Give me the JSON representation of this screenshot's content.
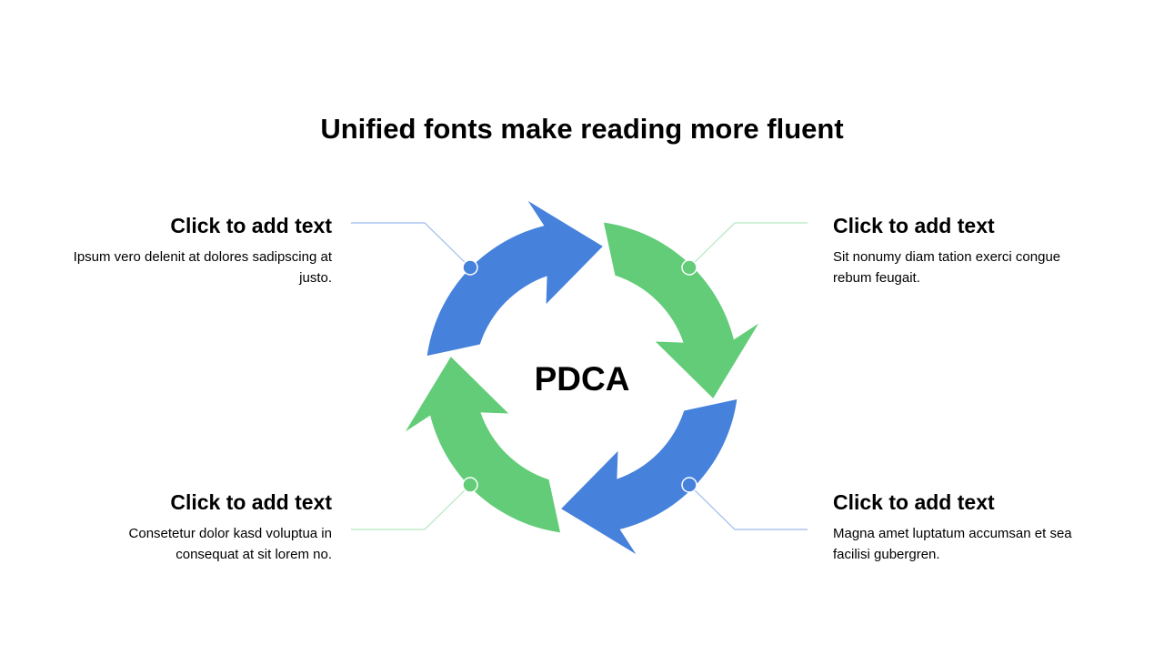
{
  "title": "Unified fonts make reading more fluent",
  "center_label": "PDCA",
  "colors": {
    "blue": "#4682DC",
    "green": "#63CC78",
    "blue_line": "#9DBBEE",
    "green_line": "#B5E6BF"
  },
  "blocks": [
    {
      "heading": "Click to add text",
      "body": "Ipsum vero delenit at dolores sadipscing at justo."
    },
    {
      "heading": "Click to add text",
      "body": "Sit nonumy diam tation exerci congue rebum feugait."
    },
    {
      "heading": "Click to add text",
      "body": "Consetetur dolor kasd voluptua in consequat at sit lorem no."
    },
    {
      "heading": "Click to add text",
      "body": "Magna amet luptatum accumsan et sea facilisi gubergren."
    }
  ]
}
